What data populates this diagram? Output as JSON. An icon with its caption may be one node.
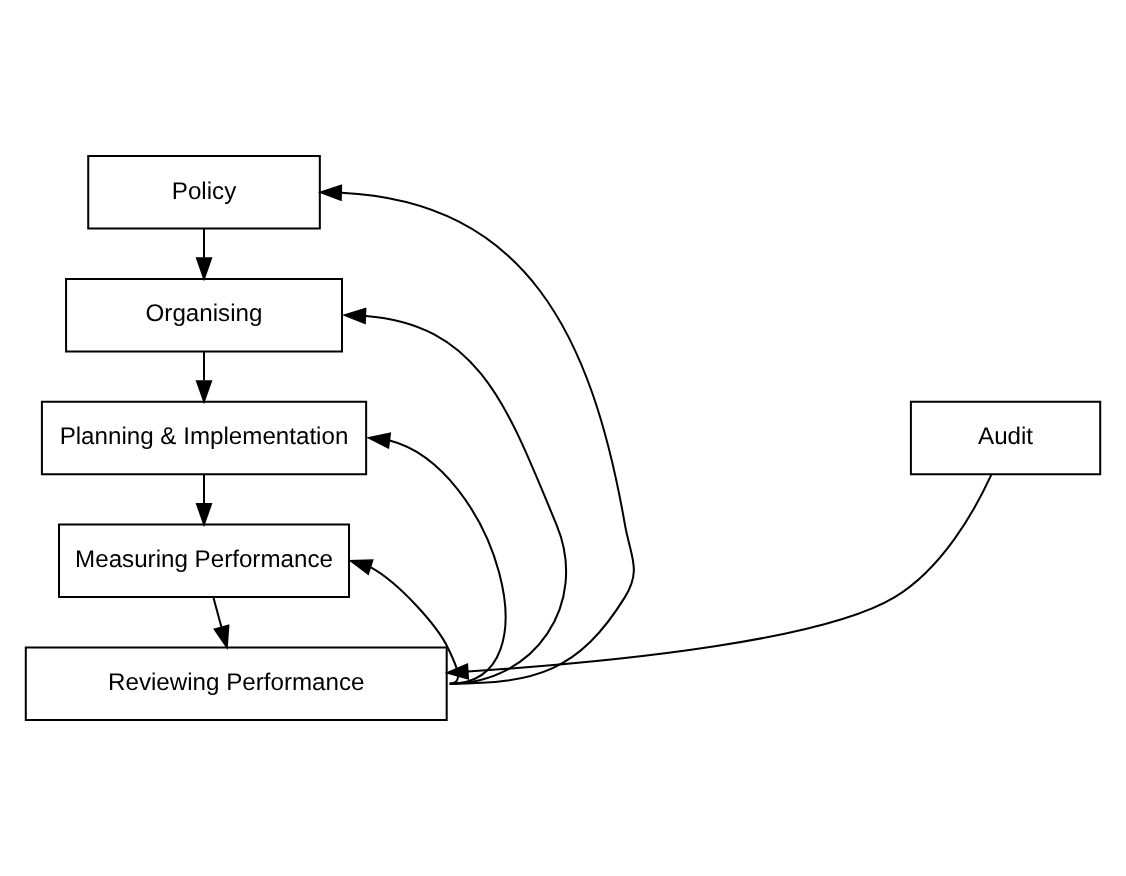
{
  "diagram": {
    "nodes": [
      {
        "text": [
          "Policy"
        ]
      },
      {
        "text": [
          "Organising"
        ]
      },
      {
        "text": [
          "Planning & Implementation"
        ]
      },
      {
        "text": [
          "Measuring Performance"
        ]
      },
      {
        "text": [
          "Reviewing Performance"
        ]
      },
      {
        "text": [
          "Audit"
        ]
      }
    ],
    "edges": [
      {
        "from": 0,
        "to": 1,
        "arrow": "to"
      },
      {
        "from": 1,
        "to": 2,
        "arrow": "to"
      },
      {
        "from": 2,
        "to": 3,
        "arrow": "to"
      },
      {
        "from": 3,
        "to": 4,
        "arrow": "to"
      },
      {
        "from": 5,
        "to": 4,
        "arrow": "to"
      },
      {
        "from": 4,
        "to": 0,
        "arrow": "to"
      },
      {
        "from": 4,
        "to": 1,
        "arrow": "to"
      },
      {
        "from": 4,
        "to": 2,
        "arrow": "to"
      },
      {
        "from": 4,
        "to": 3,
        "arrow": "to"
      }
    ]
  }
}
